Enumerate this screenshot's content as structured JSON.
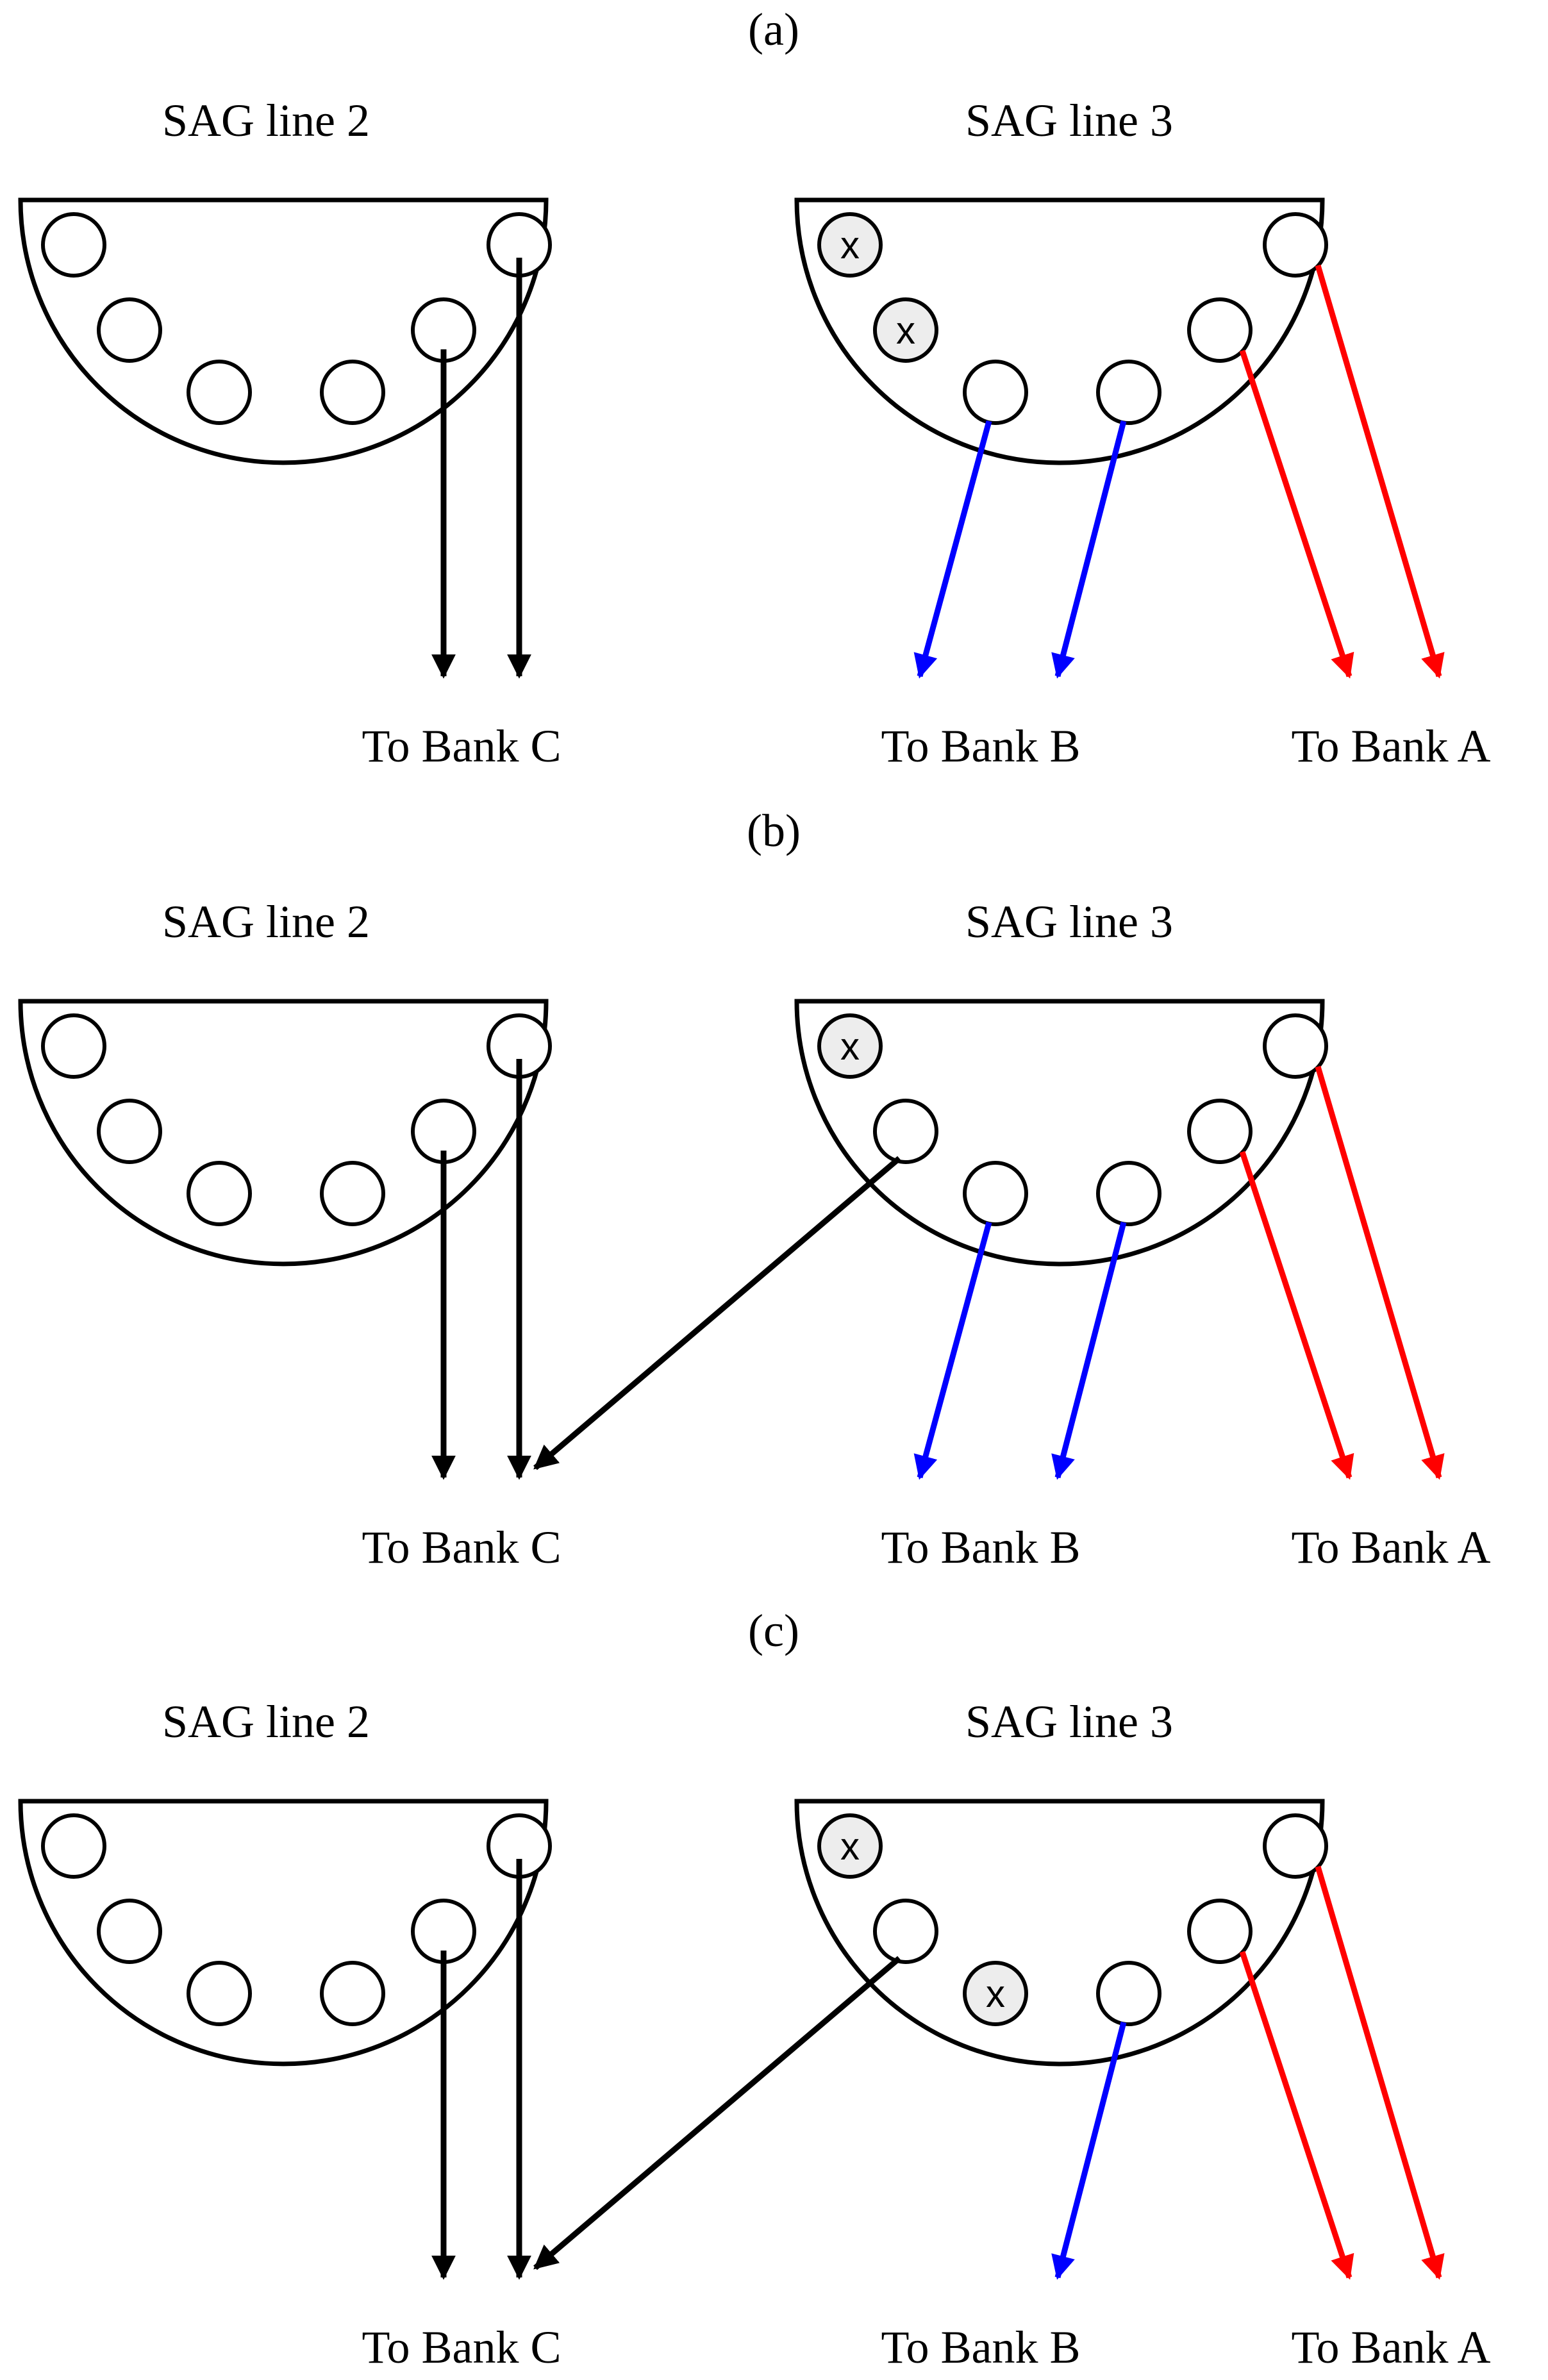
{
  "colors": {
    "bank_a": "#ff0000",
    "bank_b": "#0000ff",
    "bank_c": "#000000"
  },
  "panels": [
    {
      "label": "(a)",
      "left": {
        "title": "SAG line 2",
        "failed": []
      },
      "right": {
        "title": "SAG line 3",
        "failed": [
          0,
          1
        ]
      },
      "bank_labels": {
        "c": "To Bank C",
        "b": "To Bank B",
        "a": "To Bank A"
      }
    },
    {
      "label": "(b)",
      "left": {
        "title": "SAG line 2",
        "failed": []
      },
      "right": {
        "title": "SAG line 3",
        "failed": [
          0
        ]
      },
      "bank_labels": {
        "c": "To Bank C",
        "b": "To Bank B",
        "a": "To Bank A"
      }
    },
    {
      "label": "(c)",
      "left": {
        "title": "SAG line 2",
        "failed": []
      },
      "right": {
        "title": "SAG line 3",
        "failed": [
          0,
          2
        ]
      },
      "bank_labels": {
        "c": "To Bank C",
        "b": "To Bank B",
        "a": "To Bank A"
      }
    }
  ],
  "failed_mark": "x"
}
